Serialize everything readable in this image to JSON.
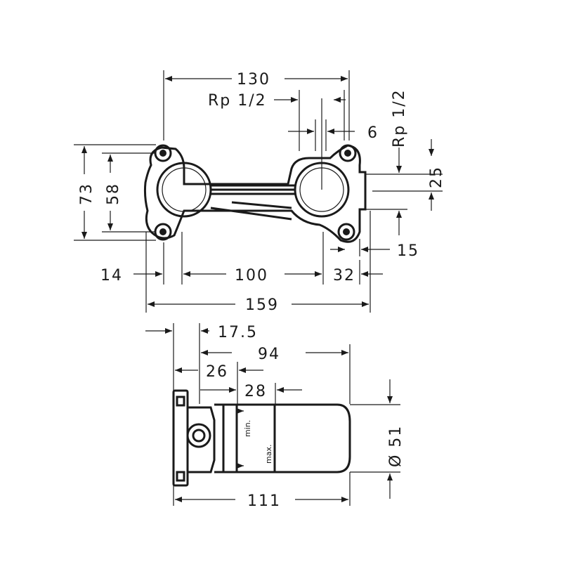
{
  "dimensions": {
    "width_130": "130",
    "thread_left": "Rp 1/2",
    "thread_right": "Rp 1/2",
    "gap_6": "6",
    "height_73": "73",
    "height_58": "58",
    "offset_25": "25",
    "offset_15": "15",
    "edge_14": "14",
    "center_100": "100",
    "edge_32": "32",
    "total_159": "159",
    "depth_17_5": "17.5",
    "depth_94": "94",
    "depth_26": "26",
    "depth_28": "28",
    "diameter_51": "Ø 51",
    "length_111": "111"
  },
  "labels": {
    "min": "min.",
    "max": "max."
  }
}
